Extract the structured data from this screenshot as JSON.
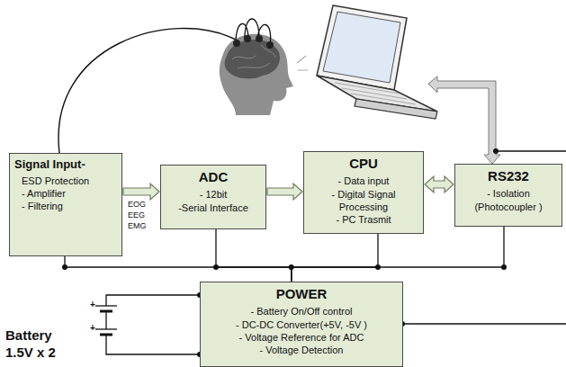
{
  "diagram": {
    "nodes": [
      {
        "text": [
          "Signal Input-",
          "ESD Protection",
          "- Amplifier",
          "- Filtering"
        ]
      },
      {
        "text": [
          "ADC",
          "- 12bit",
          "-Serial Interface"
        ]
      },
      {
        "text": [
          "CPU",
          "- Data input",
          "- Digital Signal Processing",
          "- PC Trasmit"
        ]
      },
      {
        "text": [
          "RS232",
          "- Isolation (Photocoupler )"
        ]
      },
      {
        "text": [
          "POWER",
          "- Battery On/Off control",
          "- DC-DC Converter(+5V, -5V )",
          "- Voltage Reference for ADC",
          "- Voltage Detection"
        ]
      }
    ],
    "edges": [
      {
        "from": 0,
        "to": 1,
        "arrow": "to"
      },
      {
        "from": 1,
        "to": 2,
        "arrow": "to"
      },
      {
        "from": 2,
        "to": 3,
        "arrow": "both"
      },
      {
        "from": 4,
        "to": 0,
        "arrow": "none"
      },
      {
        "from": 4,
        "to": 1,
        "arrow": "none"
      },
      {
        "from": 4,
        "to": 2,
        "arrow": "none"
      },
      {
        "from": 4,
        "to": 3,
        "arrow": "none"
      }
    ],
    "labels": [
      "EOG",
      "EEG",
      "EMG",
      "Battery",
      "1.5V x 2",
      "+",
      "+"
    ]
  }
}
